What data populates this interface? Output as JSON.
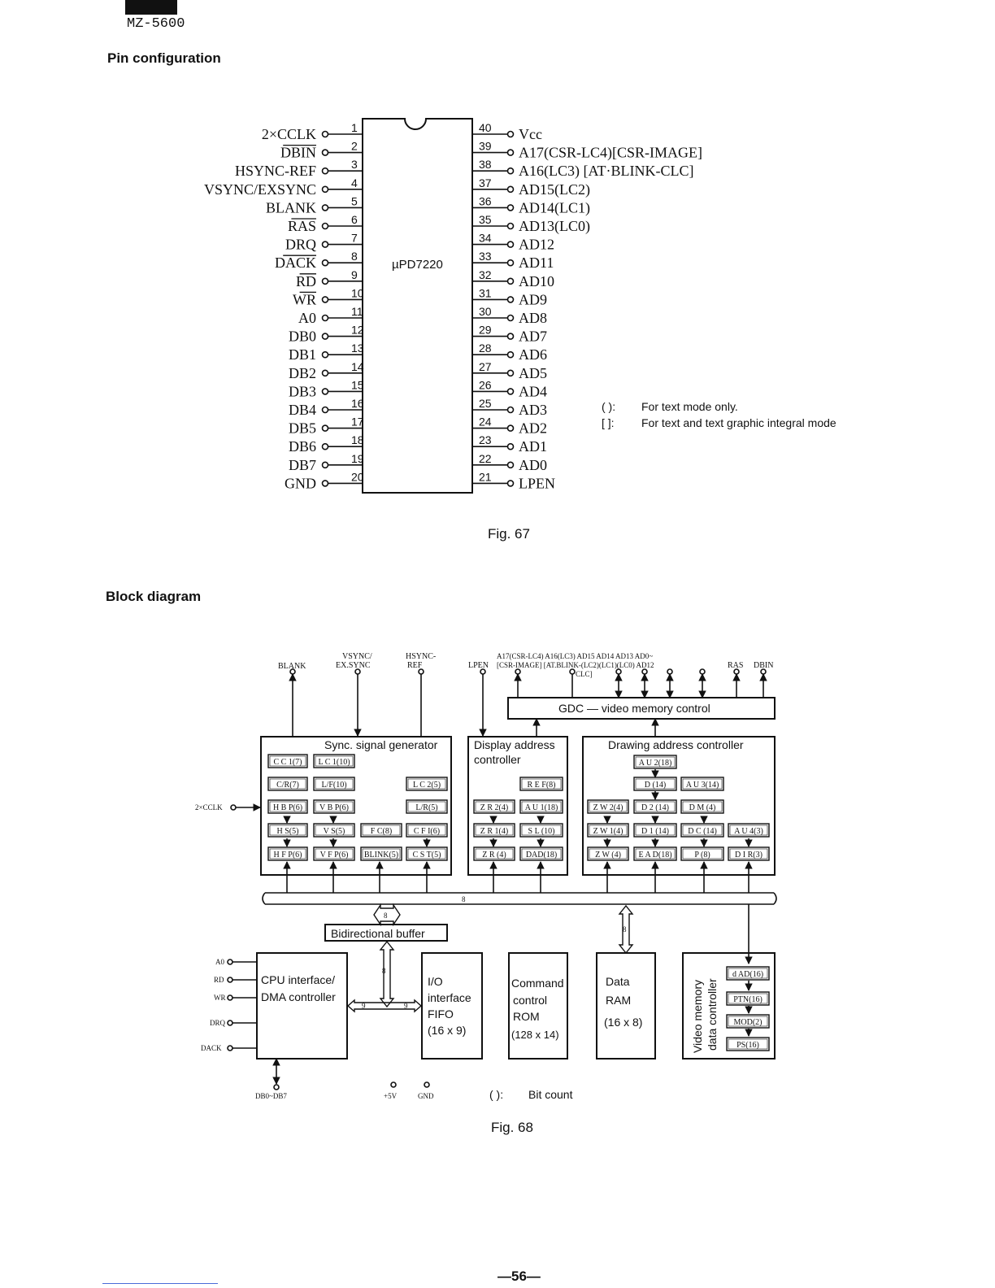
{
  "header": {
    "model": "MZ-5600"
  },
  "sections": {
    "pin_heading": "Pin configuration",
    "block_heading": "Block diagram"
  },
  "chip": {
    "name": "µPD7220",
    "left_pins": [
      {
        "num": "1",
        "label": "2×CCLK"
      },
      {
        "num": "2",
        "label": "DBIN",
        "overbar": true
      },
      {
        "num": "3",
        "label": "HSYNC-REF"
      },
      {
        "num": "4",
        "label": "VSYNC/EXSYNC"
      },
      {
        "num": "5",
        "label": "BLANK"
      },
      {
        "num": "6",
        "label": "RAS",
        "overbar": true
      },
      {
        "num": "7",
        "label": "DRQ"
      },
      {
        "num": "8",
        "label": "DACK",
        "overbar": true
      },
      {
        "num": "9",
        "label": "RD",
        "overbar": true
      },
      {
        "num": "10",
        "label": "WR",
        "overbar": true
      },
      {
        "num": "11",
        "label": "A0"
      },
      {
        "num": "12",
        "label": "DB0"
      },
      {
        "num": "13",
        "label": "DB1"
      },
      {
        "num": "14",
        "label": "DB2"
      },
      {
        "num": "15",
        "label": "DB3"
      },
      {
        "num": "16",
        "label": "DB4"
      },
      {
        "num": "17",
        "label": "DB5"
      },
      {
        "num": "18",
        "label": "DB6"
      },
      {
        "num": "19",
        "label": "DB7"
      },
      {
        "num": "20",
        "label": "GND"
      }
    ],
    "right_pins": [
      {
        "num": "40",
        "label": "Vcc"
      },
      {
        "num": "39",
        "label": "A17(CSR-LC4)[CSR-IMAGE]"
      },
      {
        "num": "38",
        "label": "A16(LC3) [AT·BLINK-CLC]"
      },
      {
        "num": "37",
        "label": "AD15(LC2)"
      },
      {
        "num": "36",
        "label": "AD14(LC1)"
      },
      {
        "num": "35",
        "label": "AD13(LC0)"
      },
      {
        "num": "34",
        "label": "AD12"
      },
      {
        "num": "33",
        "label": "AD11"
      },
      {
        "num": "32",
        "label": "AD10"
      },
      {
        "num": "31",
        "label": "AD9"
      },
      {
        "num": "30",
        "label": "AD8"
      },
      {
        "num": "29",
        "label": "AD7"
      },
      {
        "num": "28",
        "label": "AD6"
      },
      {
        "num": "27",
        "label": "AD5"
      },
      {
        "num": "26",
        "label": "AD4"
      },
      {
        "num": "25",
        "label": "AD3"
      },
      {
        "num": "24",
        "label": "AD2"
      },
      {
        "num": "23",
        "label": "AD1"
      },
      {
        "num": "22",
        "label": "AD0"
      },
      {
        "num": "21",
        "label": "LPEN"
      }
    ]
  },
  "pin_notes": [
    {
      "sym": "(   ):",
      "text": "For text mode only."
    },
    {
      "sym": "[   ]:",
      "text": "For text and text graphic integral mode"
    }
  ],
  "fig67": "Fig. 67",
  "block": {
    "top_signals": {
      "blank": "BLANK",
      "vsync1": "VSYNC/",
      "vsync2": "EX.SYNC",
      "hsync1": "HSYNC-",
      "hsync2": "REF",
      "lpen": "LPEN",
      "addr1": "A17(CSR-LC4) A16(LC3)   AD15  AD14  AD13  AD0~",
      "addr2": "[CSR-IMAGE] [AT.BLINK-(LC2)(LC1)(LC0) AD12",
      "addr3": "CLC]",
      "ras": "RAS",
      "dbin": "DBIN"
    },
    "gdc": "GDC — video memory control",
    "sync_title": "Sync. signal generator",
    "display_title1": "Display address",
    "display_title2": "controller",
    "drawing_title": "Drawing address controller",
    "cclk": "2×CCLK",
    "regs": {
      "cc1": "C C 1(7)",
      "lc1": "L C 1(10)",
      "lc2": "L C 2(5)",
      "cr": "C/R(7)",
      "lf": "L/F(10)",
      "lr": "L/R(5)",
      "hbp": "H B P(6)",
      "vbp": "V B P(6)",
      "hs": "H S(5)",
      "vs": "V S(5)",
      "fc": "F C(8)",
      "cfi": "C F I(6)",
      "hfp": "H F P(6)",
      "vfp": "V F P(6)",
      "blink": "BLINK(5)",
      "cst": "C S T(5)",
      "ref": "R E F(8)",
      "zr2": "Z R 2(4)",
      "au1": "A U 1(18)",
      "zr1": "Z R 1(4)",
      "sl": "S L (10)",
      "zr": "Z R (4)",
      "dad": "DAD(18)",
      "au2": "A U 2(18)",
      "d": "D (14)",
      "au3": "A U 3(14)",
      "zw2": "Z W 2(4)",
      "d2": "D 2 (14)",
      "dm": "D M (4)",
      "zw1": "Z W 1(4)",
      "d1": "D 1 (14)",
      "dc": "D C (14)",
      "au4": "A U 4(3)",
      "zw": "Z W (4)",
      "ead": "E A D(18)",
      "p": "P (8)",
      "dir": "D I R(3)",
      "dad2": "d AD(16)",
      "ptn": "PTN(16)",
      "mod": "MOD(2)",
      "ps": "PS(16)"
    },
    "bus_width": "8",
    "bidir": "Bidirectional buffer",
    "cpu1": "CPU interface/",
    "cpu2": "DMA controller",
    "io1": "I/O",
    "io2": "interface",
    "io3": "FIFO",
    "io4": "(16 x 9)",
    "cmd1": "Command",
    "cmd2": "control",
    "cmd3": "ROM",
    "cmd4": "(128 x 14)",
    "ram1": "Data",
    "ram2": "RAM",
    "ram3": "(16 x 8)",
    "vmem1": "Video memory",
    "vmem2": "data controller",
    "w9": "9",
    "cpu_signals": {
      "a0": "A0",
      "rd": "RD",
      "wr": "WR",
      "drq": "DRQ",
      "dack": "DACK"
    },
    "db": "DB0~DB7",
    "p5v": "+5V",
    "gnd": "GND",
    "note_sym": "(   ):",
    "note_text": "Bit count"
  },
  "fig68": "Fig. 68",
  "page_number": "—56—"
}
